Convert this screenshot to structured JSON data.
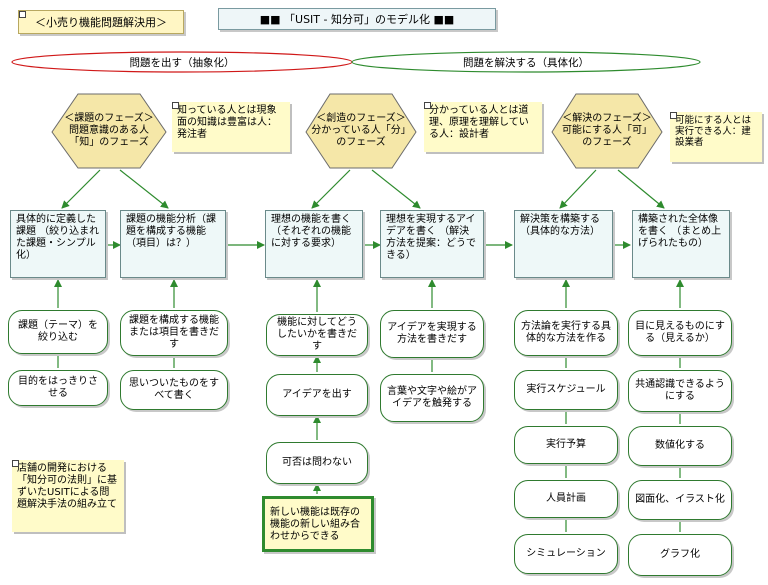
{
  "header": {
    "tag": "＜小売り機能問題解決用＞",
    "title": "■■ 「USIT - 知分可」のモデル化 ■■"
  },
  "phase_ranges": {
    "left": "問題を出す（抽象化）",
    "right": "問題を解決する（具体化）"
  },
  "phases": [
    {
      "l1": "＜課題のフェーズ＞",
      "l2": "問題意識のある人",
      "l3": "「知」のフェーズ"
    },
    {
      "l1": "＜創造のフェーズ＞",
      "l2": "分かっている人「分」",
      "l3": "のフェーズ"
    },
    {
      "l1": "＜解決のフェーズ＞",
      "l2": "可能にする人「可」",
      "l3": "のフェーズ"
    }
  ],
  "notes": {
    "n1": "知っている人とは現象面の知識は豊富は人：発注者",
    "n2": "分かっている人とは道理、原理を理解している人：設計者",
    "n3": "可能にする人とは実行できる人：建設業者",
    "n4": "店舗の開発における「知分可の法則」に基ずいたUSITによる問題解決手法の組み立て"
  },
  "main_boxes": [
    "具体的に定義した課題 （絞り込まれた課題・シンプル化）",
    "課題の機能分析（課題を構成する機能（項目）は？）",
    "理想の機能を書く（それぞれの機能に対する要求）",
    "理想を実現するアイデアを書く （解決方法を提案：どうできる）",
    "解決策を構築する（具体的な方法）",
    "構築された全体像を書く （まとめ上げられたもの）"
  ],
  "steps": {
    "c1": [
      "課題（テーマ）を絞り込む",
      "目的をはっきりさせる"
    ],
    "c2": [
      "課題を構成する機能または項目を書きだす",
      "思いついたものをすべて書く"
    ],
    "c3": [
      "機能に対してどうしたいかを書きだす",
      "アイデアを出す",
      "可否は問わない"
    ],
    "c3_highlight": "新しい機能は既存の機能の新しい組み合わせからできる",
    "c4": [
      "アイデアを実現する方法を書きだす",
      "言葉や文字や絵がアイデアを触発する"
    ],
    "c5": [
      "方法論を実行する具体的な方法を作る",
      "実行スケジュール",
      "実行予算",
      "人員計画",
      "シミュレーション"
    ],
    "c6": [
      "目に見えるものにする（見えるか）",
      "共通認識できるようにする",
      "数値化する",
      "図面化、イラスト化",
      "グラフ化"
    ]
  }
}
